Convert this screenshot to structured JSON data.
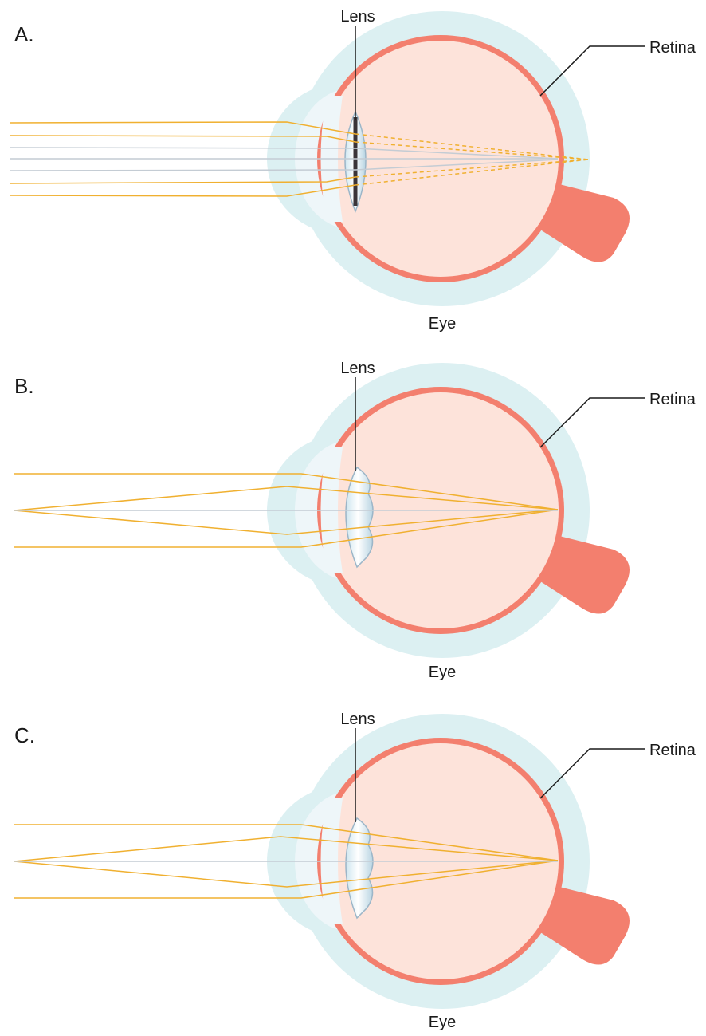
{
  "colors": {
    "sclera": "#dcf0f2",
    "cornea": "#eef6f9",
    "retina": "#f37f6e",
    "vitreous": "#fde3da",
    "ray_light": "#f0b030",
    "ray_axis": "#c4ccd4",
    "lens_fill": "#e8f3f8",
    "lens_edge": "#9cb6c8",
    "leader": "#1a1a1a"
  },
  "panels": [
    {
      "letter": "A.",
      "lens_label": "Lens",
      "retina_label": "Retina",
      "eye_label": "Eye",
      "lens_icon": "lens-with-aperture-icon"
    },
    {
      "letter": "B.",
      "lens_label": "Lens",
      "retina_label": "Retina",
      "eye_label": "Eye",
      "lens_icon": "thick-lens-icon"
    },
    {
      "letter": "C.",
      "lens_label": "Lens",
      "retina_label": "Retina",
      "eye_label": "Eye",
      "lens_icon": "thick-lens-icon"
    }
  ]
}
